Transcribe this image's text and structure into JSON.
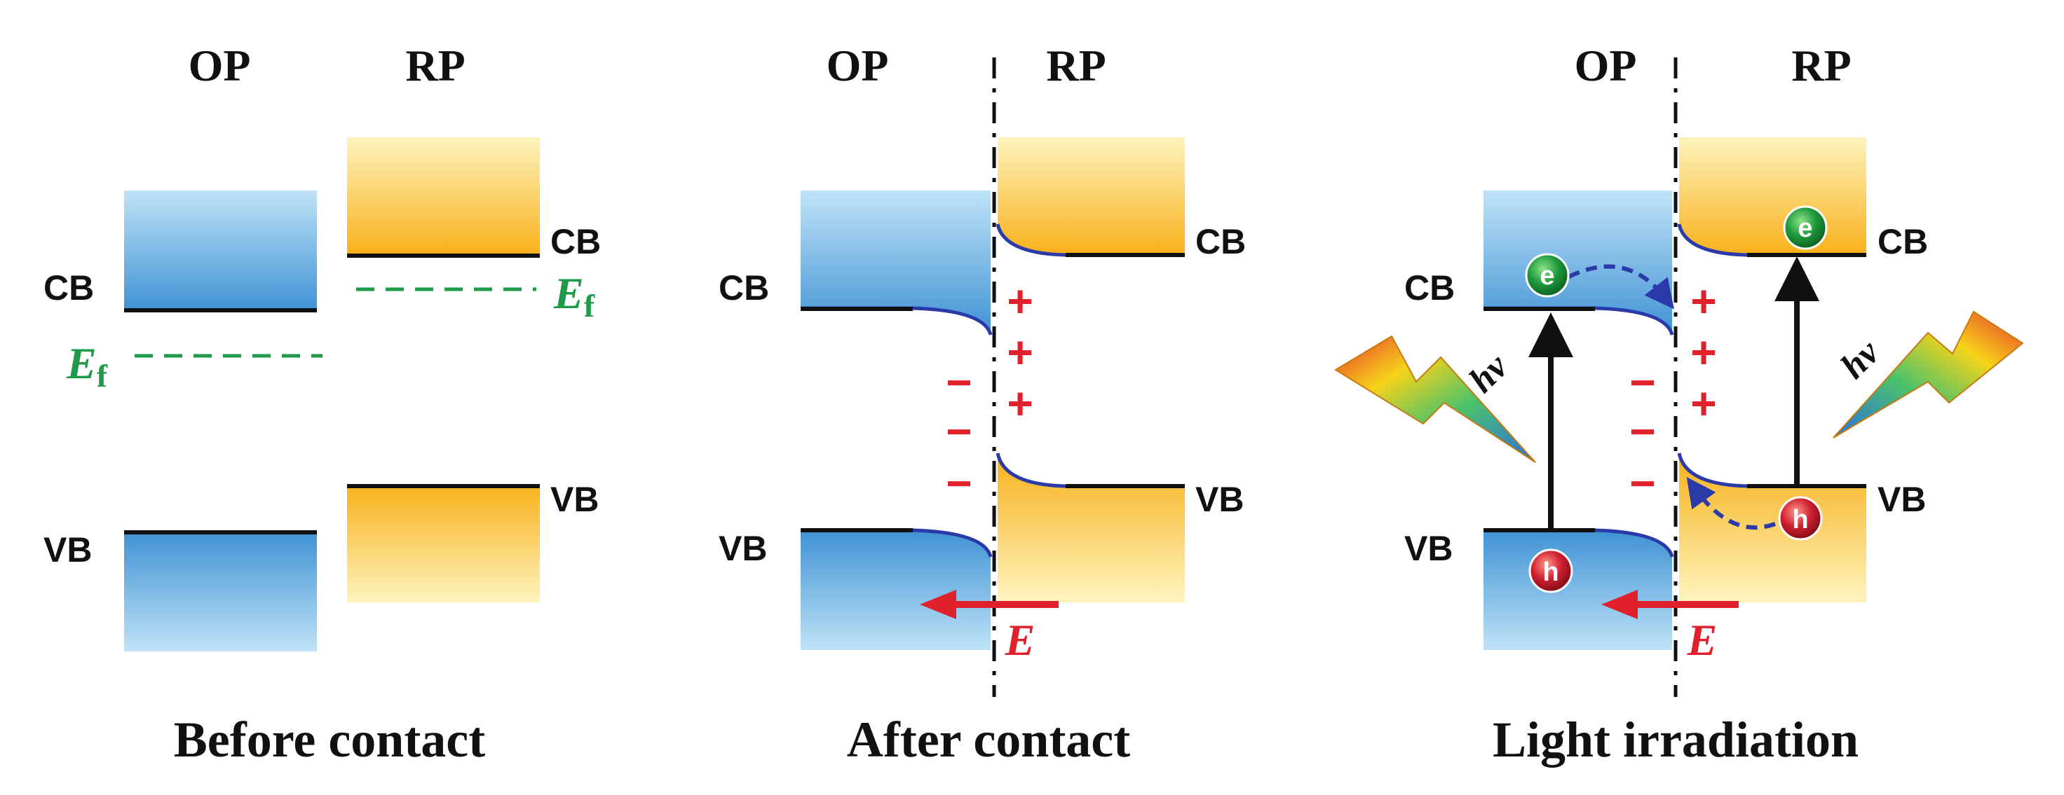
{
  "panels": [
    {
      "caption": "Before contact",
      "left_label": "OP",
      "right_label": "RP",
      "op_cb": "CB",
      "op_vb": "VB",
      "rp_cb": "CB",
      "rp_vb": "VB",
      "op_fermi": "E",
      "op_fermi_sub": "f",
      "rp_fermi": "E",
      "rp_fermi_sub": "f"
    },
    {
      "caption": "After contact",
      "left_label": "OP",
      "right_label": "RP",
      "op_cb": "CB",
      "op_vb": "VB",
      "rp_cb": "CB",
      "rp_vb": "VB",
      "positive_sign": "+",
      "negative_sign": "−",
      "field_label": "E"
    },
    {
      "caption": "Light irradiation",
      "left_label": "OP",
      "right_label": "RP",
      "op_cb": "CB",
      "op_vb": "VB",
      "rp_cb": "CB",
      "rp_vb": "VB",
      "positive_sign": "+",
      "negative_sign": "−",
      "field_label": "E",
      "photon_label": "hν",
      "electron_label": "e",
      "hole_label": "h"
    }
  ],
  "colors": {
    "op_band": "#4a9fdc",
    "op_band_light": "#bfe3f7",
    "rp_band": "#f9b51c",
    "rp_band_light": "#fdf3b8",
    "fermi": "#1e9a4a",
    "field": "#e0202a",
    "bending_curve": "#2a3aa8",
    "electron": "#1e8a3a",
    "hole": "#c81e28"
  }
}
